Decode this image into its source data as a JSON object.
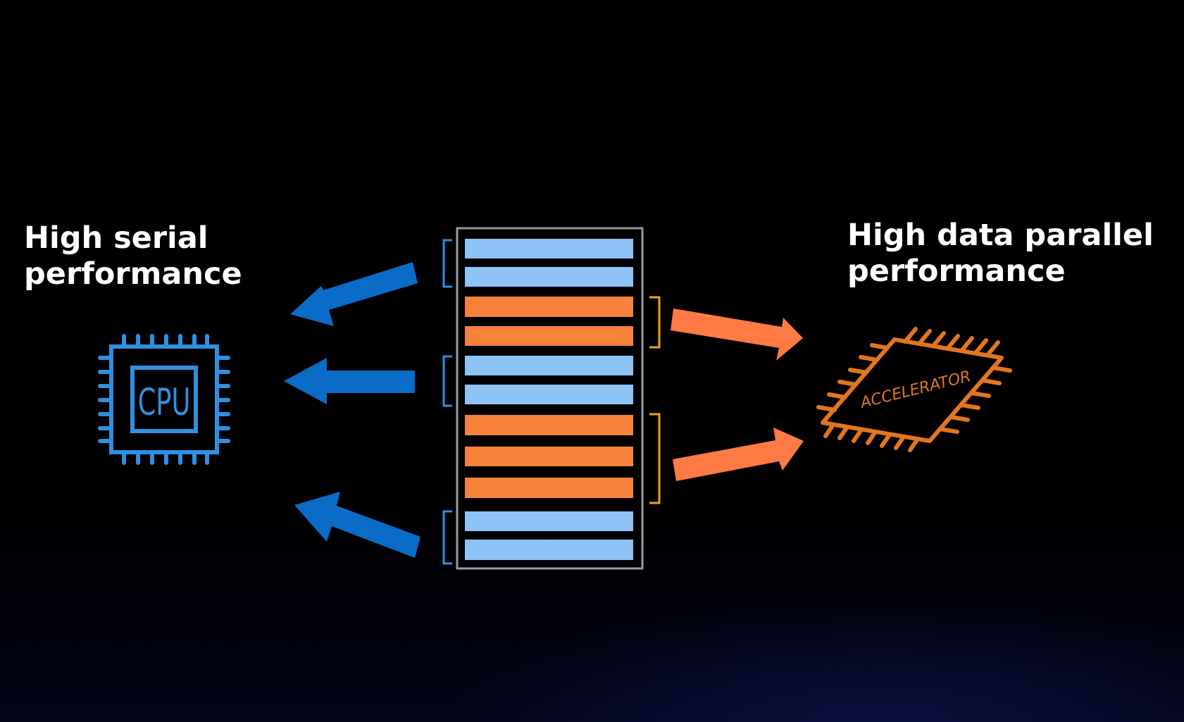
{
  "left_heading": {
    "line1": "High serial",
    "line2": "performance"
  },
  "right_heading": {
    "line1": "High data parallel",
    "line2": "performance"
  },
  "cpu_chip": {
    "label": "CPU",
    "icon": "cpu-chip-icon",
    "color": "#2f8fe0"
  },
  "accelerator_chip": {
    "label": "ACCELERATOR",
    "icon": "accelerator-chip-icon",
    "color": "#e2761f"
  },
  "workload_stack": {
    "segments": [
      "serial",
      "serial",
      "parallel",
      "parallel",
      "serial",
      "serial",
      "parallel",
      "parallel",
      "parallel",
      "serial",
      "serial"
    ],
    "colors": {
      "serial": "#8ec4f5",
      "parallel": "#f5813a",
      "frame": "#9a9a9a",
      "serial_bracket": "#2f8fe0",
      "parallel_bracket": "#f0a020"
    }
  },
  "arrows": {
    "to_cpu_color": "#0b6cc7",
    "to_accelerator_color": "#ff7a45"
  }
}
